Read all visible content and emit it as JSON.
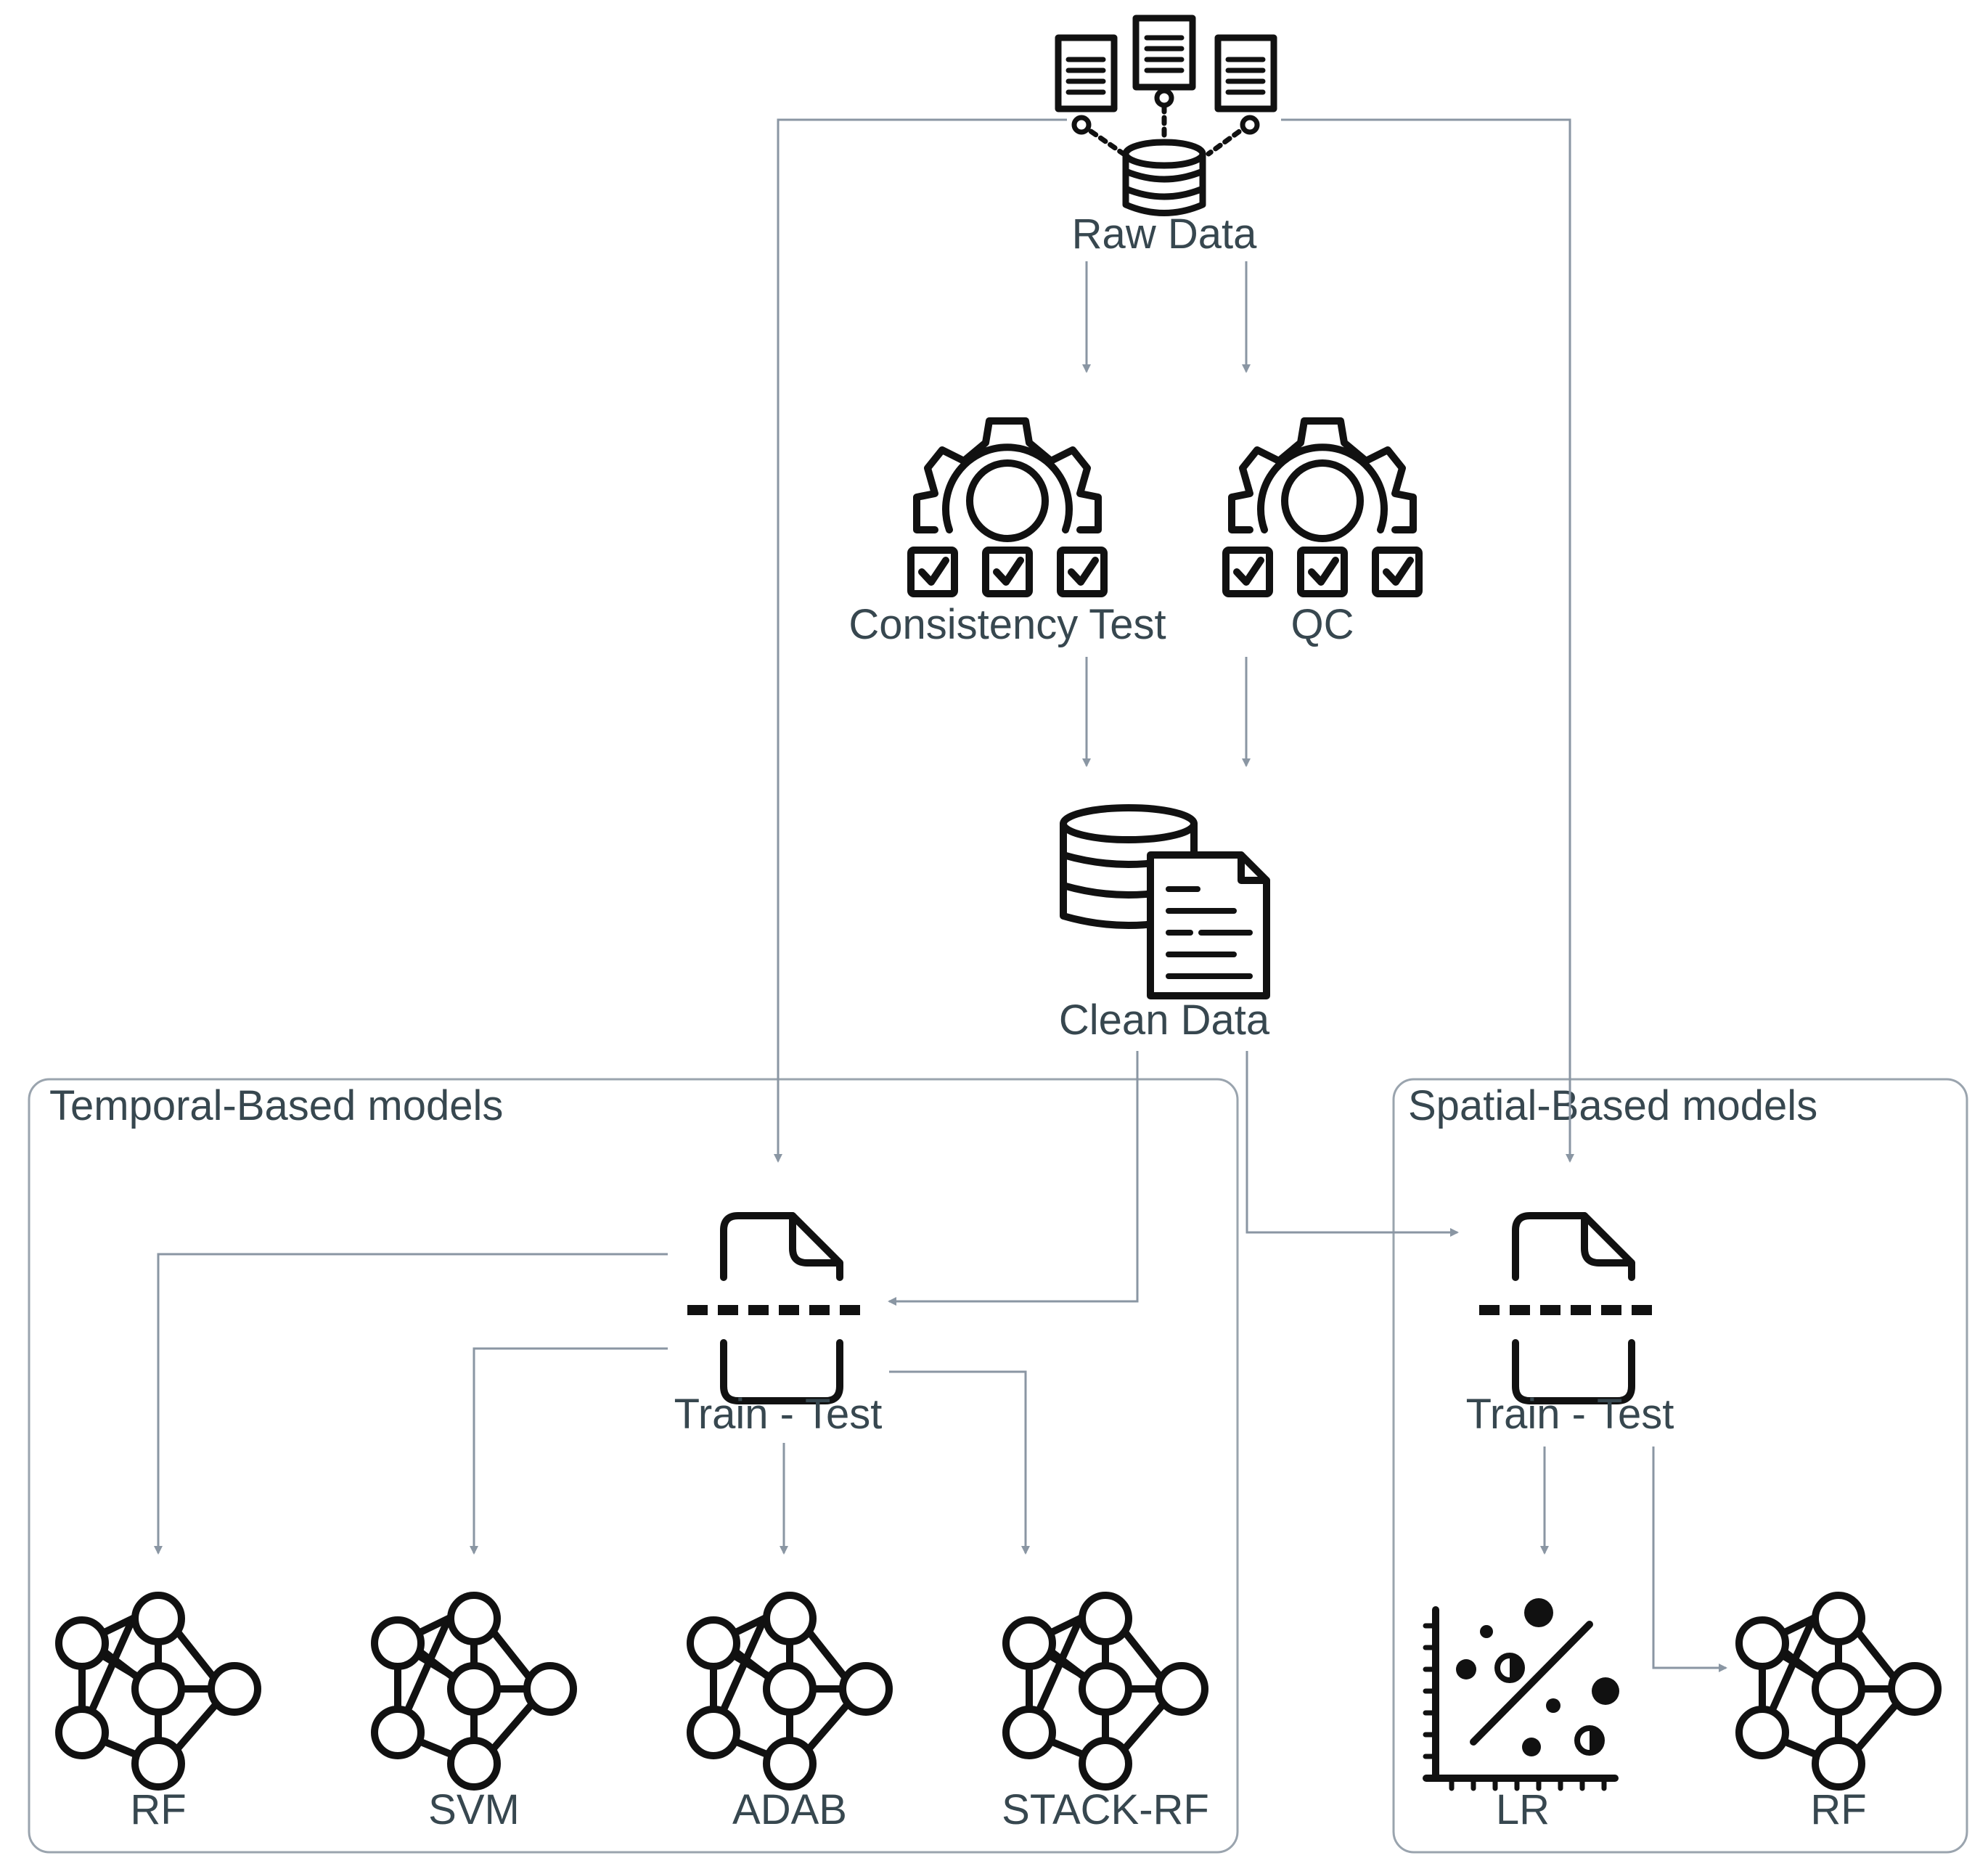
{
  "groups": {
    "temporal": {
      "title": "Temporal-Based models"
    },
    "spatial": {
      "title": "Spatial-Based models"
    }
  },
  "nodes": {
    "raw_data": {
      "label": "Raw Data",
      "icon": "database-documents-icon"
    },
    "consistency_test": {
      "label": "Consistency Test",
      "icon": "gear-checklist-icon"
    },
    "qc": {
      "label": "QC",
      "icon": "gear-checklist-icon"
    },
    "clean_data": {
      "label": "Clean Data",
      "icon": "database-document-icon"
    },
    "train_test_temporal": {
      "label": "Train - Test",
      "icon": "split-document-icon"
    },
    "train_test_spatial": {
      "label": "Train - Test",
      "icon": "split-document-icon"
    },
    "rf_temporal": {
      "label": "RF",
      "icon": "neural-network-icon"
    },
    "svm": {
      "label": "SVM",
      "icon": "neural-network-icon"
    },
    "adab": {
      "label": "ADAB",
      "icon": "neural-network-icon"
    },
    "stack_rf": {
      "label": "STACK-RF",
      "icon": "neural-network-icon"
    },
    "lr": {
      "label": "LR",
      "icon": "scatter-plot-icon"
    },
    "rf_spatial": {
      "label": "RF",
      "icon": "neural-network-icon"
    }
  },
  "colors": {
    "edge": "#8a96a3",
    "frame": "#9aa4ae",
    "icon": "#111111",
    "text": "#37474f"
  }
}
